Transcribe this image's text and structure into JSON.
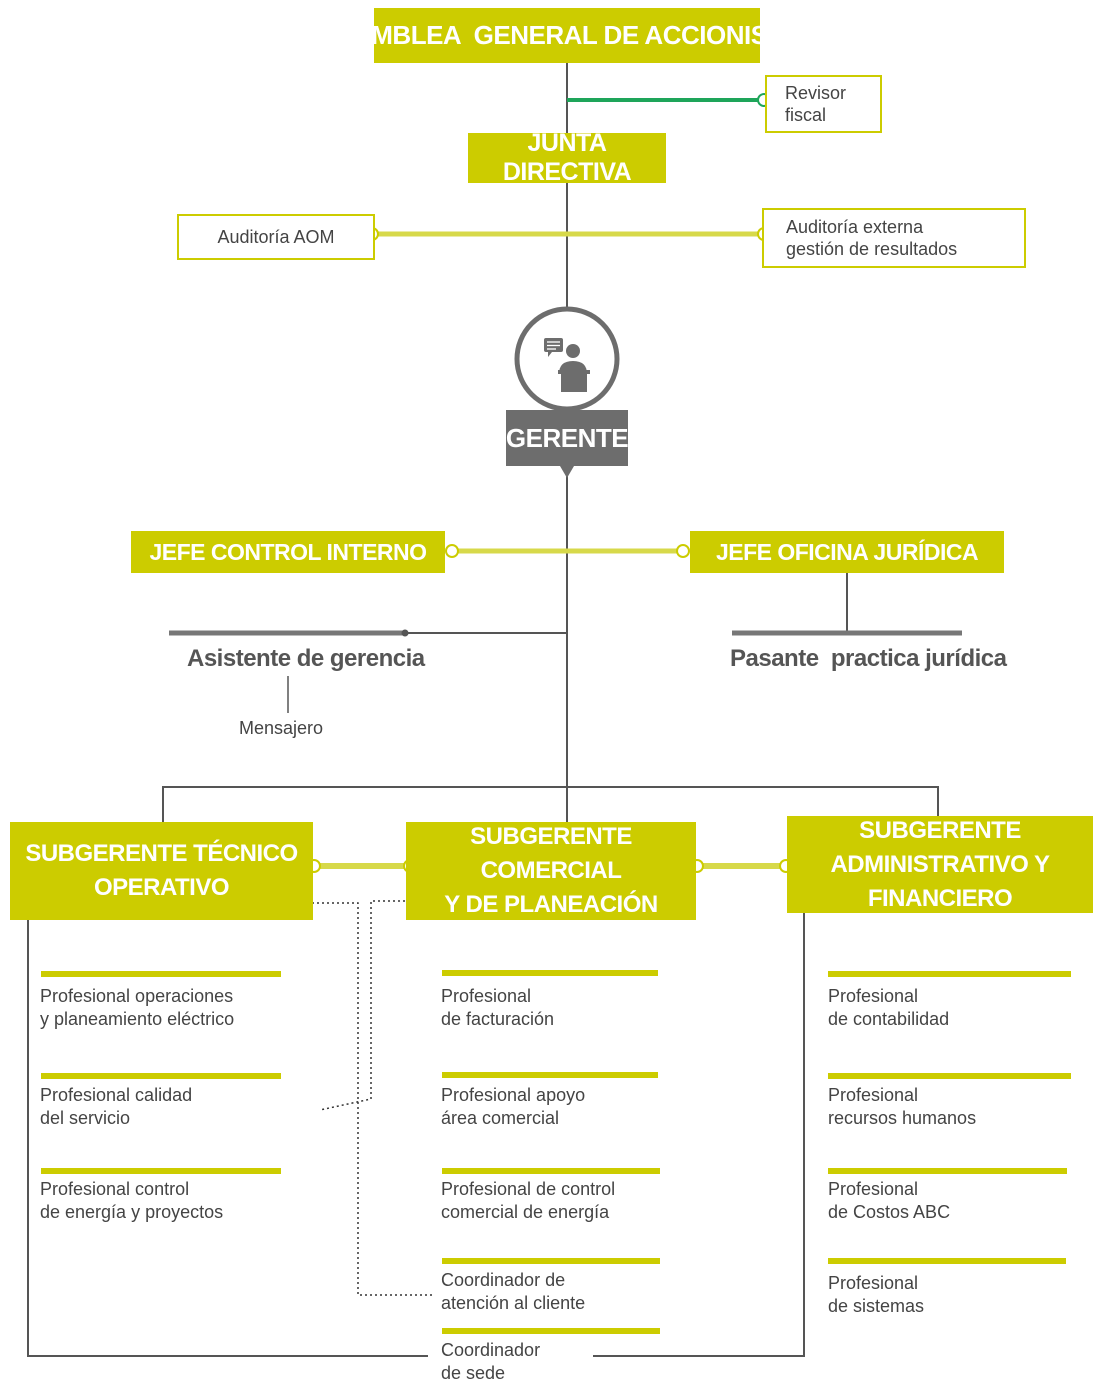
{
  "top": {
    "asamblea": "ASAMBLEA  GENERAL DE ACCIONISTAS",
    "revisor": "Revisor\nfiscal",
    "junta": "JUNTA DIRECTIVA",
    "auditoria_aom": "Auditoría AOM",
    "auditoria_externa": "Auditoría externa\ngestión de resultados",
    "gerente": "GERENTE"
  },
  "middle": {
    "control_interno": "JEFE CONTROL INTERNO",
    "oficina_juridica": "JEFE OFICINA JURÍDICA",
    "asistente": "Asistente de gerencia",
    "mensajero": "Mensajero",
    "pasante": "Pasante  practica jurídica"
  },
  "subgerentes": {
    "tecnico": "SUBGERENTE TÉCNICO\nOPERATIVO",
    "comercial": "SUBGERENTE COMERCIAL\nY DE PLANEACIÓN",
    "administrativo": "SUBGERENTE\nADMINISTRATIVO Y FINANCIERO"
  },
  "tecnico_items": [
    "Profesional operaciones\ny planeamiento eléctrico",
    "Profesional calidad\ndel servicio",
    "Profesional control\nde energía y proyectos"
  ],
  "comercial_items": [
    "Profesional\nde facturación",
    "Profesional apoyo\nárea comercial",
    "Profesional de control\ncomercial de energía",
    "Coordinador de\natención al cliente",
    "Coordinador\nde sede"
  ],
  "administrativo_items": [
    "Profesional\nde contabilidad",
    "Profesional\nrecursos humanos",
    "Profesional\nde Costos ABC",
    "Profesional\nde sistemas"
  ],
  "colors": {
    "accent": "#cccc00",
    "green_line": "#1ea55a",
    "gray_box": "#6d6d6d",
    "line": "#555555"
  },
  "icons": {
    "gerente": "speaker-at-podium-icon"
  }
}
